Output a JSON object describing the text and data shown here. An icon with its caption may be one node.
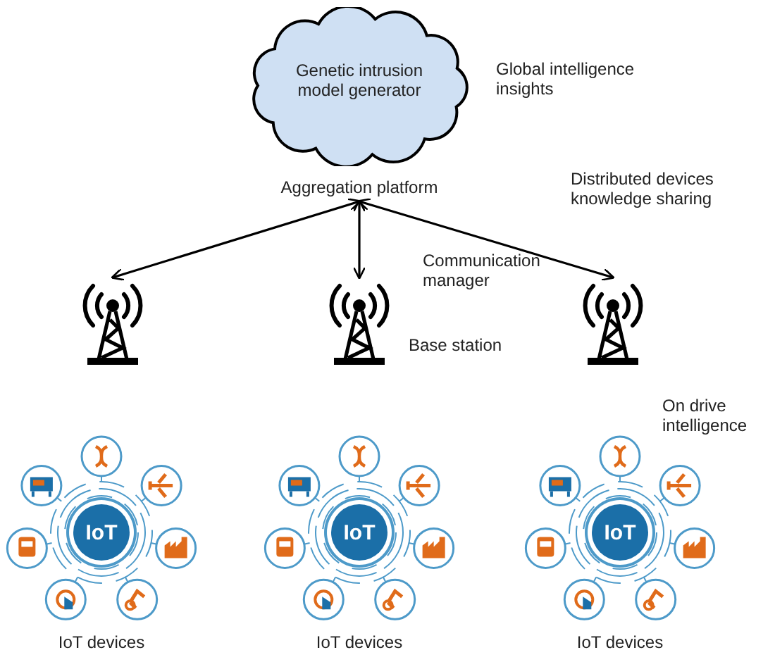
{
  "diagram": {
    "nodes": [
      {
        "text": [
          "Genetic intrusion model generator"
        ]
      },
      {
        "text": [
          "Aggregation platform"
        ]
      },
      {
        "text": [],
        "shape": "tower"
      },
      {
        "text": [],
        "shape": "tower",
        "beside": [
          "Base station"
        ]
      },
      {
        "text": [],
        "shape": "tower"
      },
      {
        "text": [
          "IoT"
        ]
      },
      {
        "text": [
          "IoT"
        ]
      },
      {
        "text": [
          "IoT"
        ]
      }
    ],
    "edges": [
      {
        "from": 1,
        "to": 2,
        "arrow": "both"
      },
      {
        "from": 1,
        "to": 3,
        "arrow": "both"
      },
      {
        "from": 1,
        "to": 4,
        "arrow": "both"
      }
    ],
    "labels": [
      "Global intelligence insights",
      "Distributed devices knowledge sharing",
      "Communication manager",
      "On drive intelligence",
      "IoT devices",
      "IoT devices",
      "IoT devices"
    ]
  }
}
